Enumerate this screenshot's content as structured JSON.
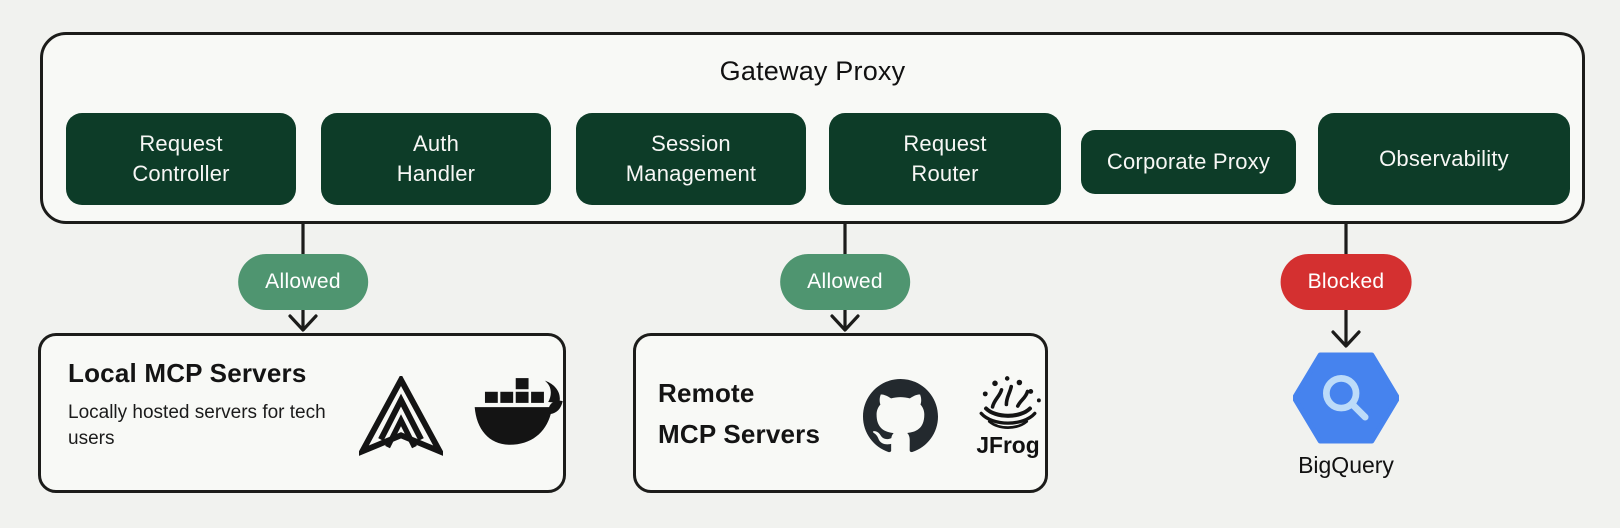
{
  "diagram": {
    "gateway": {
      "title": "Gateway Proxy",
      "modules": [
        {
          "lines": [
            "Request",
            "Controller"
          ]
        },
        {
          "lines": [
            "Auth",
            "Handler"
          ]
        },
        {
          "lines": [
            "Session",
            "Management"
          ]
        },
        {
          "lines": [
            "Request",
            "Router"
          ]
        },
        {
          "lines": [
            "Corporate Proxy"
          ]
        },
        {
          "lines": [
            "Observability"
          ]
        }
      ]
    },
    "connections": [
      {
        "status": "Allowed",
        "color": "#4f9570",
        "target": "Local MCP Servers"
      },
      {
        "status": "Allowed",
        "color": "#4f9570",
        "target": "Remote MCP Servers"
      },
      {
        "status": "Blocked",
        "color": "#d43030",
        "target": "BigQuery"
      }
    ],
    "destinations": {
      "local": {
        "title": "Local MCP Servers",
        "description": "Locally hosted servers for tech users",
        "icons": [
          "antigravity-logo",
          "docker-logo"
        ]
      },
      "remote": {
        "title_lines": [
          "Remote",
          "MCP Servers"
        ],
        "icons": [
          "github-logo",
          "jfrog-logo"
        ],
        "jfrog_wordmark": "JFrog"
      },
      "bigquery": {
        "label": "BigQuery",
        "icon": "bigquery-logo",
        "colors": {
          "hexagon": "#4683ee",
          "magnifier": "#bcdbf9"
        }
      }
    },
    "colors": {
      "module_pill": "#0d3c28",
      "allowed_badge": "#4f9570",
      "blocked_badge": "#d43030",
      "border": "#1c1c1a",
      "background": "#f1f2ef"
    }
  }
}
